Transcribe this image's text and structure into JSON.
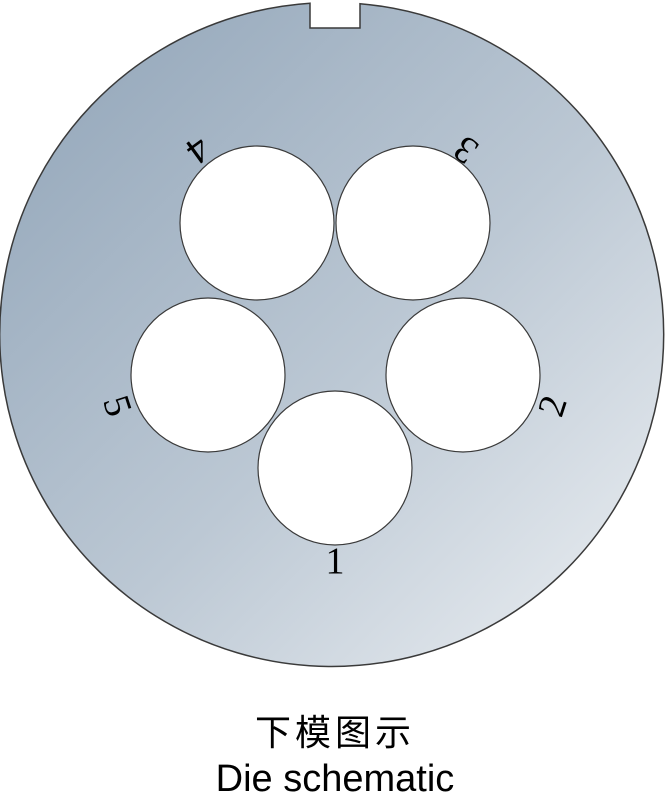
{
  "diagram": {
    "holes": [
      {
        "label": "1"
      },
      {
        "label": "2"
      },
      {
        "label": "3"
      },
      {
        "label": "4"
      },
      {
        "label": "5"
      }
    ]
  },
  "caption": {
    "chinese": "下模图示",
    "english": "Die schematic"
  },
  "colors": {
    "plate_dark": "#8fa3b7",
    "plate_light": "#eef1f4",
    "outline": "#3a3a3a",
    "hole": "#ffffff"
  }
}
